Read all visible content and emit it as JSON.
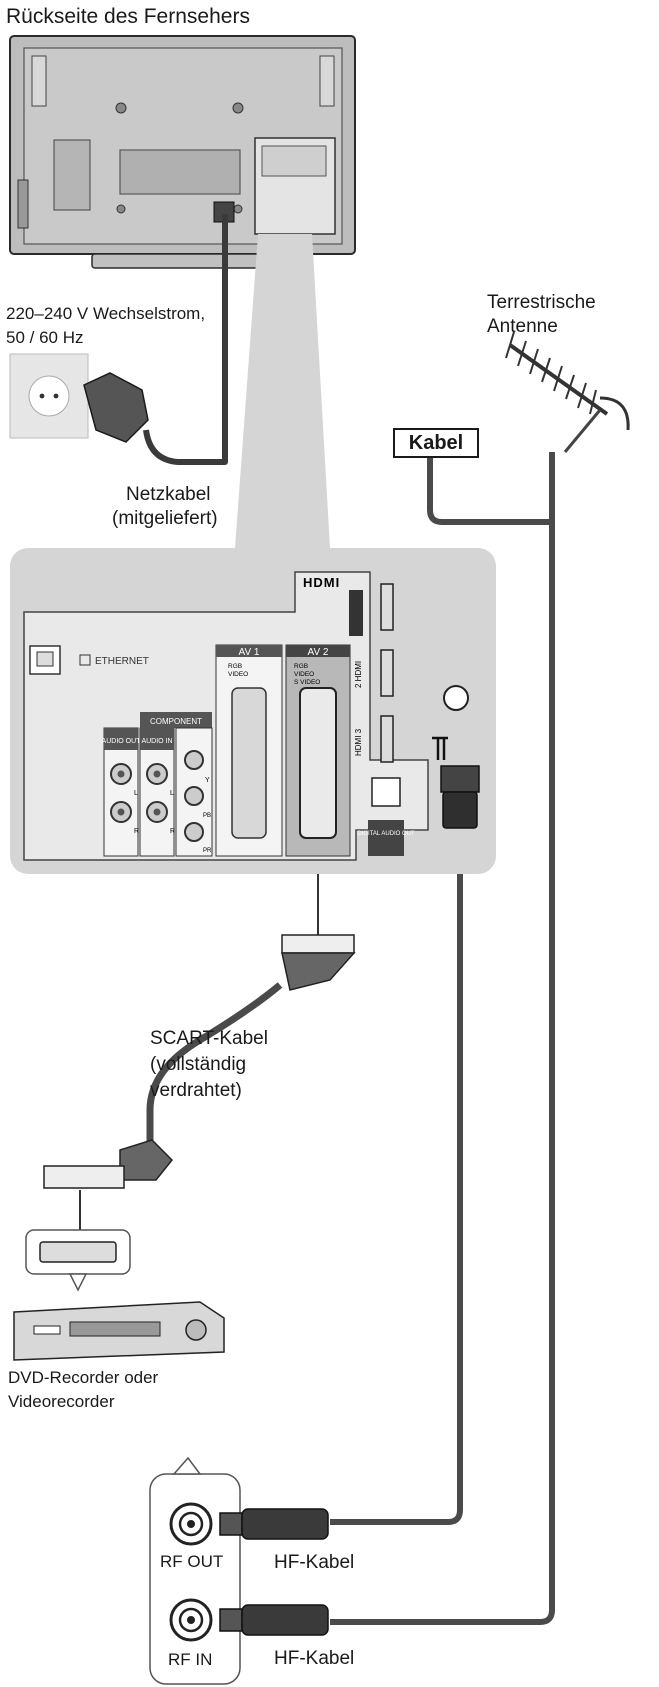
{
  "labels": {
    "tv_back": "Rückseite des Fernsehers",
    "power_line1": "220–240 V Wechselstrom,",
    "power_line2": "50 / 60 Hz",
    "netzkabel_line1": "Netzkabel",
    "netzkabel_line2": "(mitgeliefert)",
    "antenna_line1": "Terrestrische",
    "antenna_line2": "Antenne",
    "kabel": "Kabel",
    "scart_line1": "SCART-Kabel",
    "scart_line2": "(vollständig",
    "scart_line3": "verdrahtet)",
    "recorder_line1": "DVD-Recorder oder",
    "recorder_line2": "Videorecorder",
    "rf_out": "RF OUT",
    "rf_in": "RF IN",
    "hf_kabel_1": "HF-Kabel",
    "hf_kabel_2": "HF-Kabel"
  },
  "panel": {
    "hdmi": "HDMI",
    "ethernet": "ETHERNET",
    "av1": "AV 1",
    "av1_rgb": "RGB",
    "av1_video": "VIDEO",
    "av2": "AV 2",
    "av2_rgb": "RGB",
    "av2_video": "VIDEO",
    "av2_svideo": "S VIDEO",
    "hdmi2": "2 HDMI",
    "hdmi3": "HDMI 3",
    "component": "COMPONENT",
    "audio_out": "AUDIO OUT",
    "audio_in": "AUDIO IN",
    "audio_out_l": "L",
    "audio_out_r": "R",
    "audio_in_l": "L",
    "audio_in_r": "R",
    "comp_y": "Y",
    "comp_pb": "PB",
    "comp_pr": "PR",
    "digital_audio_out": "DIGITAL AUDIO OUT"
  }
}
